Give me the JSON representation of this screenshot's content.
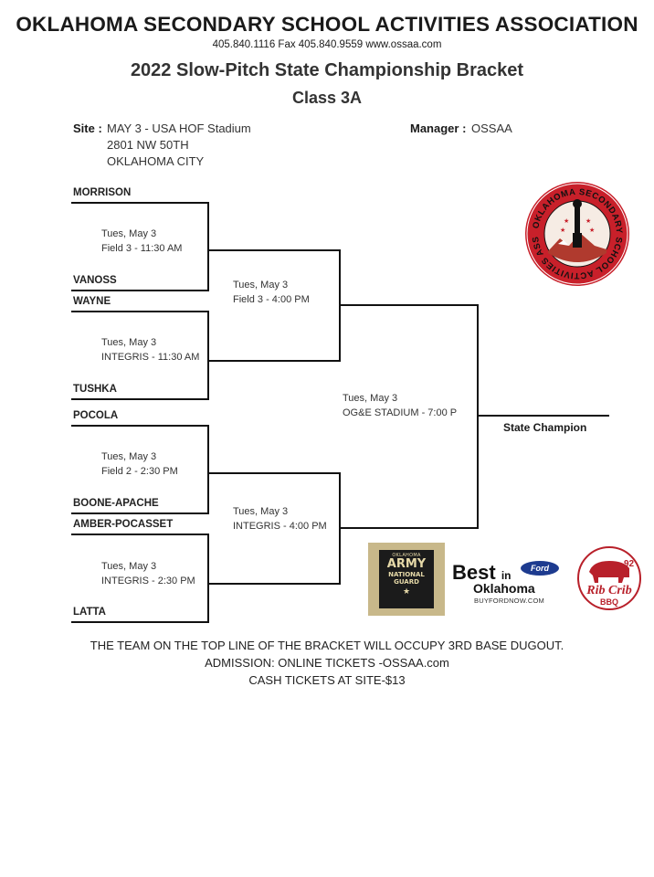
{
  "header": {
    "org": "OKLAHOMA SECONDARY SCHOOL ACTIVITIES ASSOCIATION",
    "contact": "405.840.1116   Fax 405.840.9559  www.ossaa.com",
    "title": "2022 Slow-Pitch State Championship Bracket",
    "class": "Class 3A"
  },
  "site": {
    "label": "Site :",
    "line1": "MAY 3 - USA HOF Stadium",
    "line2": "2801 NW 50TH",
    "line3": "OKLAHOMA CITY"
  },
  "manager": {
    "label": "Manager :",
    "value": "OSSAA"
  },
  "bracket": {
    "teams": [
      "MORRISON",
      "VANOSS",
      "WAYNE",
      "TUSHKA",
      "POCOLA",
      "BOONE-APACHE",
      "AMBER-POCASSET",
      "LATTA"
    ],
    "round1": [
      {
        "day": "Tues, May 3",
        "venue": "Field 3 - 11:30 AM"
      },
      {
        "day": "Tues, May 3",
        "venue": "INTEGRIS - 11:30 AM"
      },
      {
        "day": "Tues, May 3",
        "venue": "Field 2 - 2:30  PM"
      },
      {
        "day": "Tues, May 3",
        "venue": "INTEGRIS - 2:30 PM"
      }
    ],
    "round2": [
      {
        "day": "Tues, May 3",
        "venue": "Field 3 - 4:00 PM"
      },
      {
        "day": "Tues, May 3",
        "venue": "INTEGRIS - 4:00 PM"
      }
    ],
    "final": {
      "day": "Tues, May 3",
      "venue": "OG&E STADIUM - 7:00 P"
    },
    "champion_label": "State Champion"
  },
  "footer": {
    "line1": "THE  TEAM ON THE TOP LINE OF THE BRACKET WILL OCCUPY 3RD BASE DUGOUT.",
    "line2": "ADMISSION: ONLINE TICKETS -OSSAA.com",
    "line3": "CASH TICKETS AT SITE-$13"
  },
  "sponsors": {
    "seal_text": "OKLAHOMA SECONDARY SCHOOL ACTIVITIES ASSOCIATION",
    "army": {
      "top": "OKLAHOMA",
      "big": "ARMY",
      "line2": "NATIONAL",
      "line3": "GUARD"
    },
    "ford": {
      "best": "Best",
      "in": "in",
      "state": "Oklahoma",
      "url": "BUYFORDNOW.COM",
      "oval": "Ford"
    },
    "rib": {
      "num": "92",
      "name": "Rib Crib",
      "sub": "BBQ"
    }
  },
  "colors": {
    "seal_red": "#c8202a",
    "army_gold": "#c8b88a",
    "ford_blue": "#1d3b8f",
    "rib_red": "#b8202a"
  }
}
